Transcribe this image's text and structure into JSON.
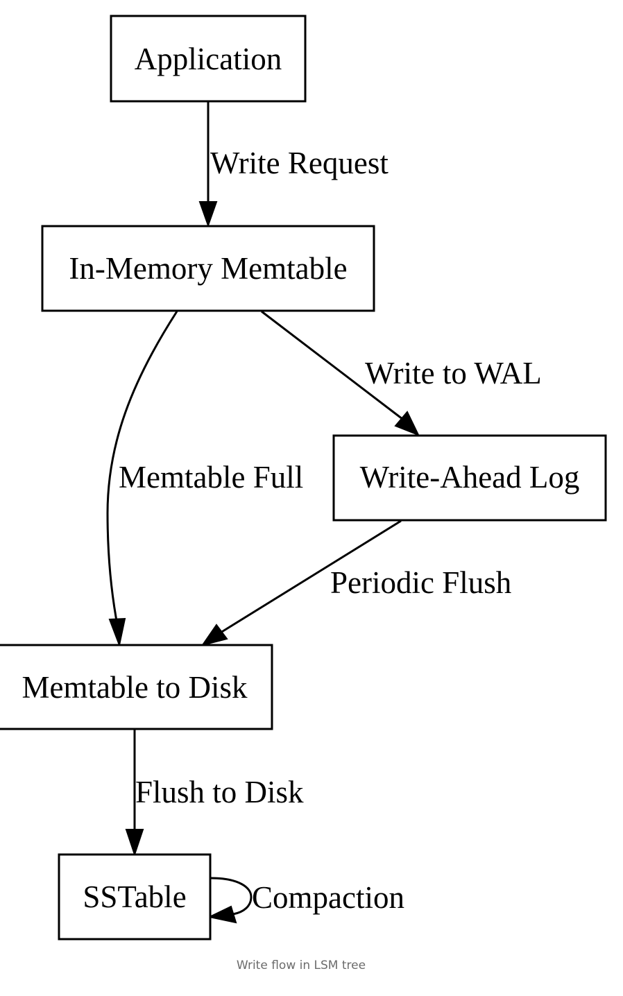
{
  "diagram": {
    "nodes": [
      {
        "id": "application",
        "label": "Application"
      },
      {
        "id": "memtable",
        "label": "In-Memory Memtable"
      },
      {
        "id": "wal",
        "label": "Write-Ahead Log"
      },
      {
        "id": "memtable_to_disk",
        "label": "Memtable to Disk"
      },
      {
        "id": "sstable",
        "label": "SSTable"
      }
    ],
    "edges": [
      {
        "from": "application",
        "to": "memtable",
        "label": "Write Request"
      },
      {
        "from": "memtable",
        "to": "wal",
        "label": "Write to WAL"
      },
      {
        "from": "memtable",
        "to": "memtable_to_disk",
        "label": "Memtable Full"
      },
      {
        "from": "wal",
        "to": "memtable_to_disk",
        "label": "Periodic Flush"
      },
      {
        "from": "memtable_to_disk",
        "to": "sstable",
        "label": "Flush to Disk"
      },
      {
        "from": "sstable",
        "to": "sstable",
        "label": "Compaction"
      }
    ],
    "colors": {
      "stroke": "#000000",
      "background": "#ffffff",
      "caption": "#6b6b6b"
    }
  },
  "caption": "Write flow in LSM tree"
}
